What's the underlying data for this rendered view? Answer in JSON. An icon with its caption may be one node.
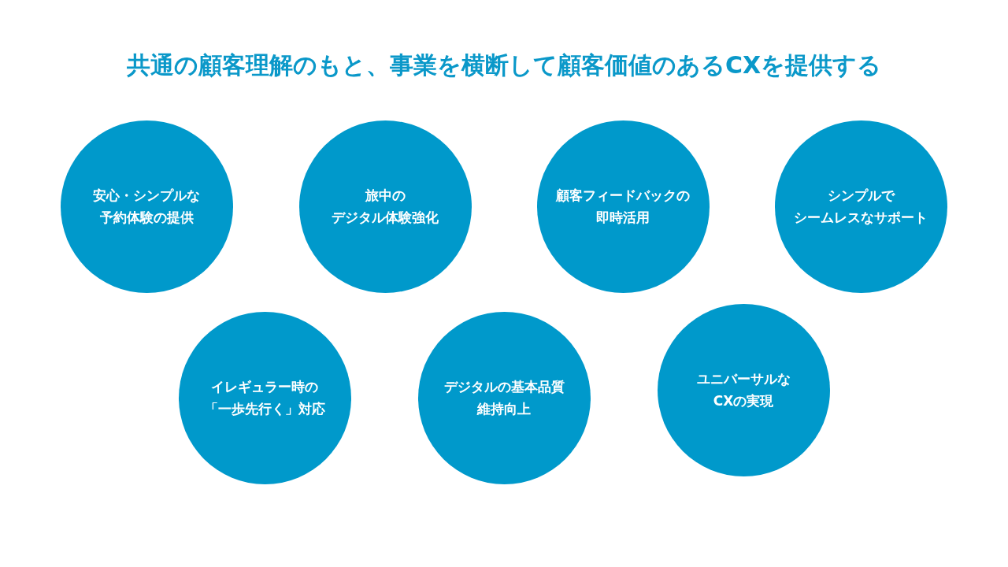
{
  "diagram": {
    "title": "共通の顧客理解のもと、事業を横断して顧客価値のあるCXを提供する",
    "nodes": [
      {
        "text": [
          "安心・シンプルな予約体験の提供"
        ]
      },
      {
        "text": [
          "旅中のデジタル体験強化"
        ]
      },
      {
        "text": [
          "顧客フィードバックの即時活用"
        ]
      },
      {
        "text": [
          "シンプルでシームレスなサポート"
        ]
      },
      {
        "text": [
          "イレギュラー時の「一歩先行く」対応"
        ]
      },
      {
        "text": [
          "デジタルの基本品質維持向上"
        ]
      },
      {
        "text": [
          "ユニバーサルなCXの実現"
        ]
      }
    ]
  }
}
